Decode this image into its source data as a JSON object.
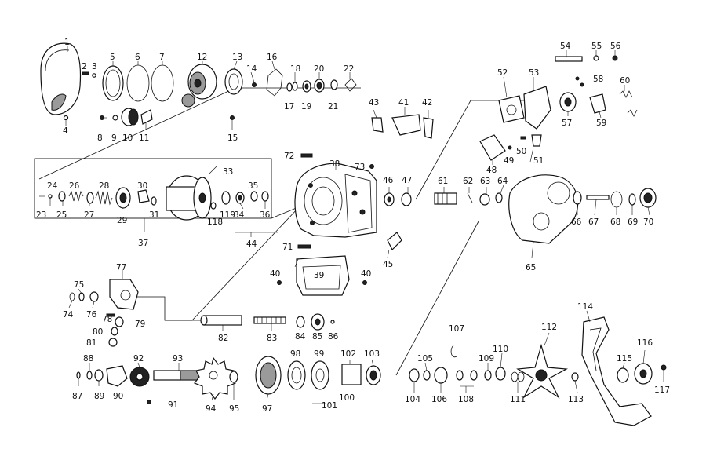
{
  "part_labels": [
    "1",
    "2",
    "3",
    "4",
    "5",
    "6",
    "7",
    "8",
    "9",
    "10",
    "11",
    "12",
    "13",
    "14",
    "15",
    "16",
    "17",
    "18",
    "19",
    "20",
    "21",
    "22",
    "23",
    "24",
    "25",
    "26",
    "27",
    "28",
    "29",
    "30",
    "31",
    "33",
    "34",
    "35",
    "36",
    "37",
    "38",
    "39",
    "40",
    "40",
    "41",
    "42",
    "43",
    "44",
    "45",
    "46",
    "47",
    "48",
    "49",
    "50",
    "51",
    "52",
    "53",
    "54",
    "55",
    "56",
    "57",
    "58",
    "59",
    "60",
    "61",
    "62",
    "63",
    "64",
    "65",
    "66",
    "67",
    "68",
    "69",
    "70",
    "71",
    "72",
    "73",
    "74",
    "75",
    "76",
    "77",
    "78",
    "79",
    "80",
    "81",
    "82",
    "83",
    "84",
    "85",
    "86",
    "87",
    "88",
    "89",
    "90",
    "91",
    "92",
    "93",
    "94",
    "95",
    "97",
    "98",
    "99",
    "100",
    "101",
    "102",
    "103",
    "104",
    "105",
    "106",
    "107",
    "108",
    "109",
    "110",
    "111",
    "112",
    "113",
    "114",
    "115",
    "116",
    "117",
    "118",
    "119"
  ]
}
